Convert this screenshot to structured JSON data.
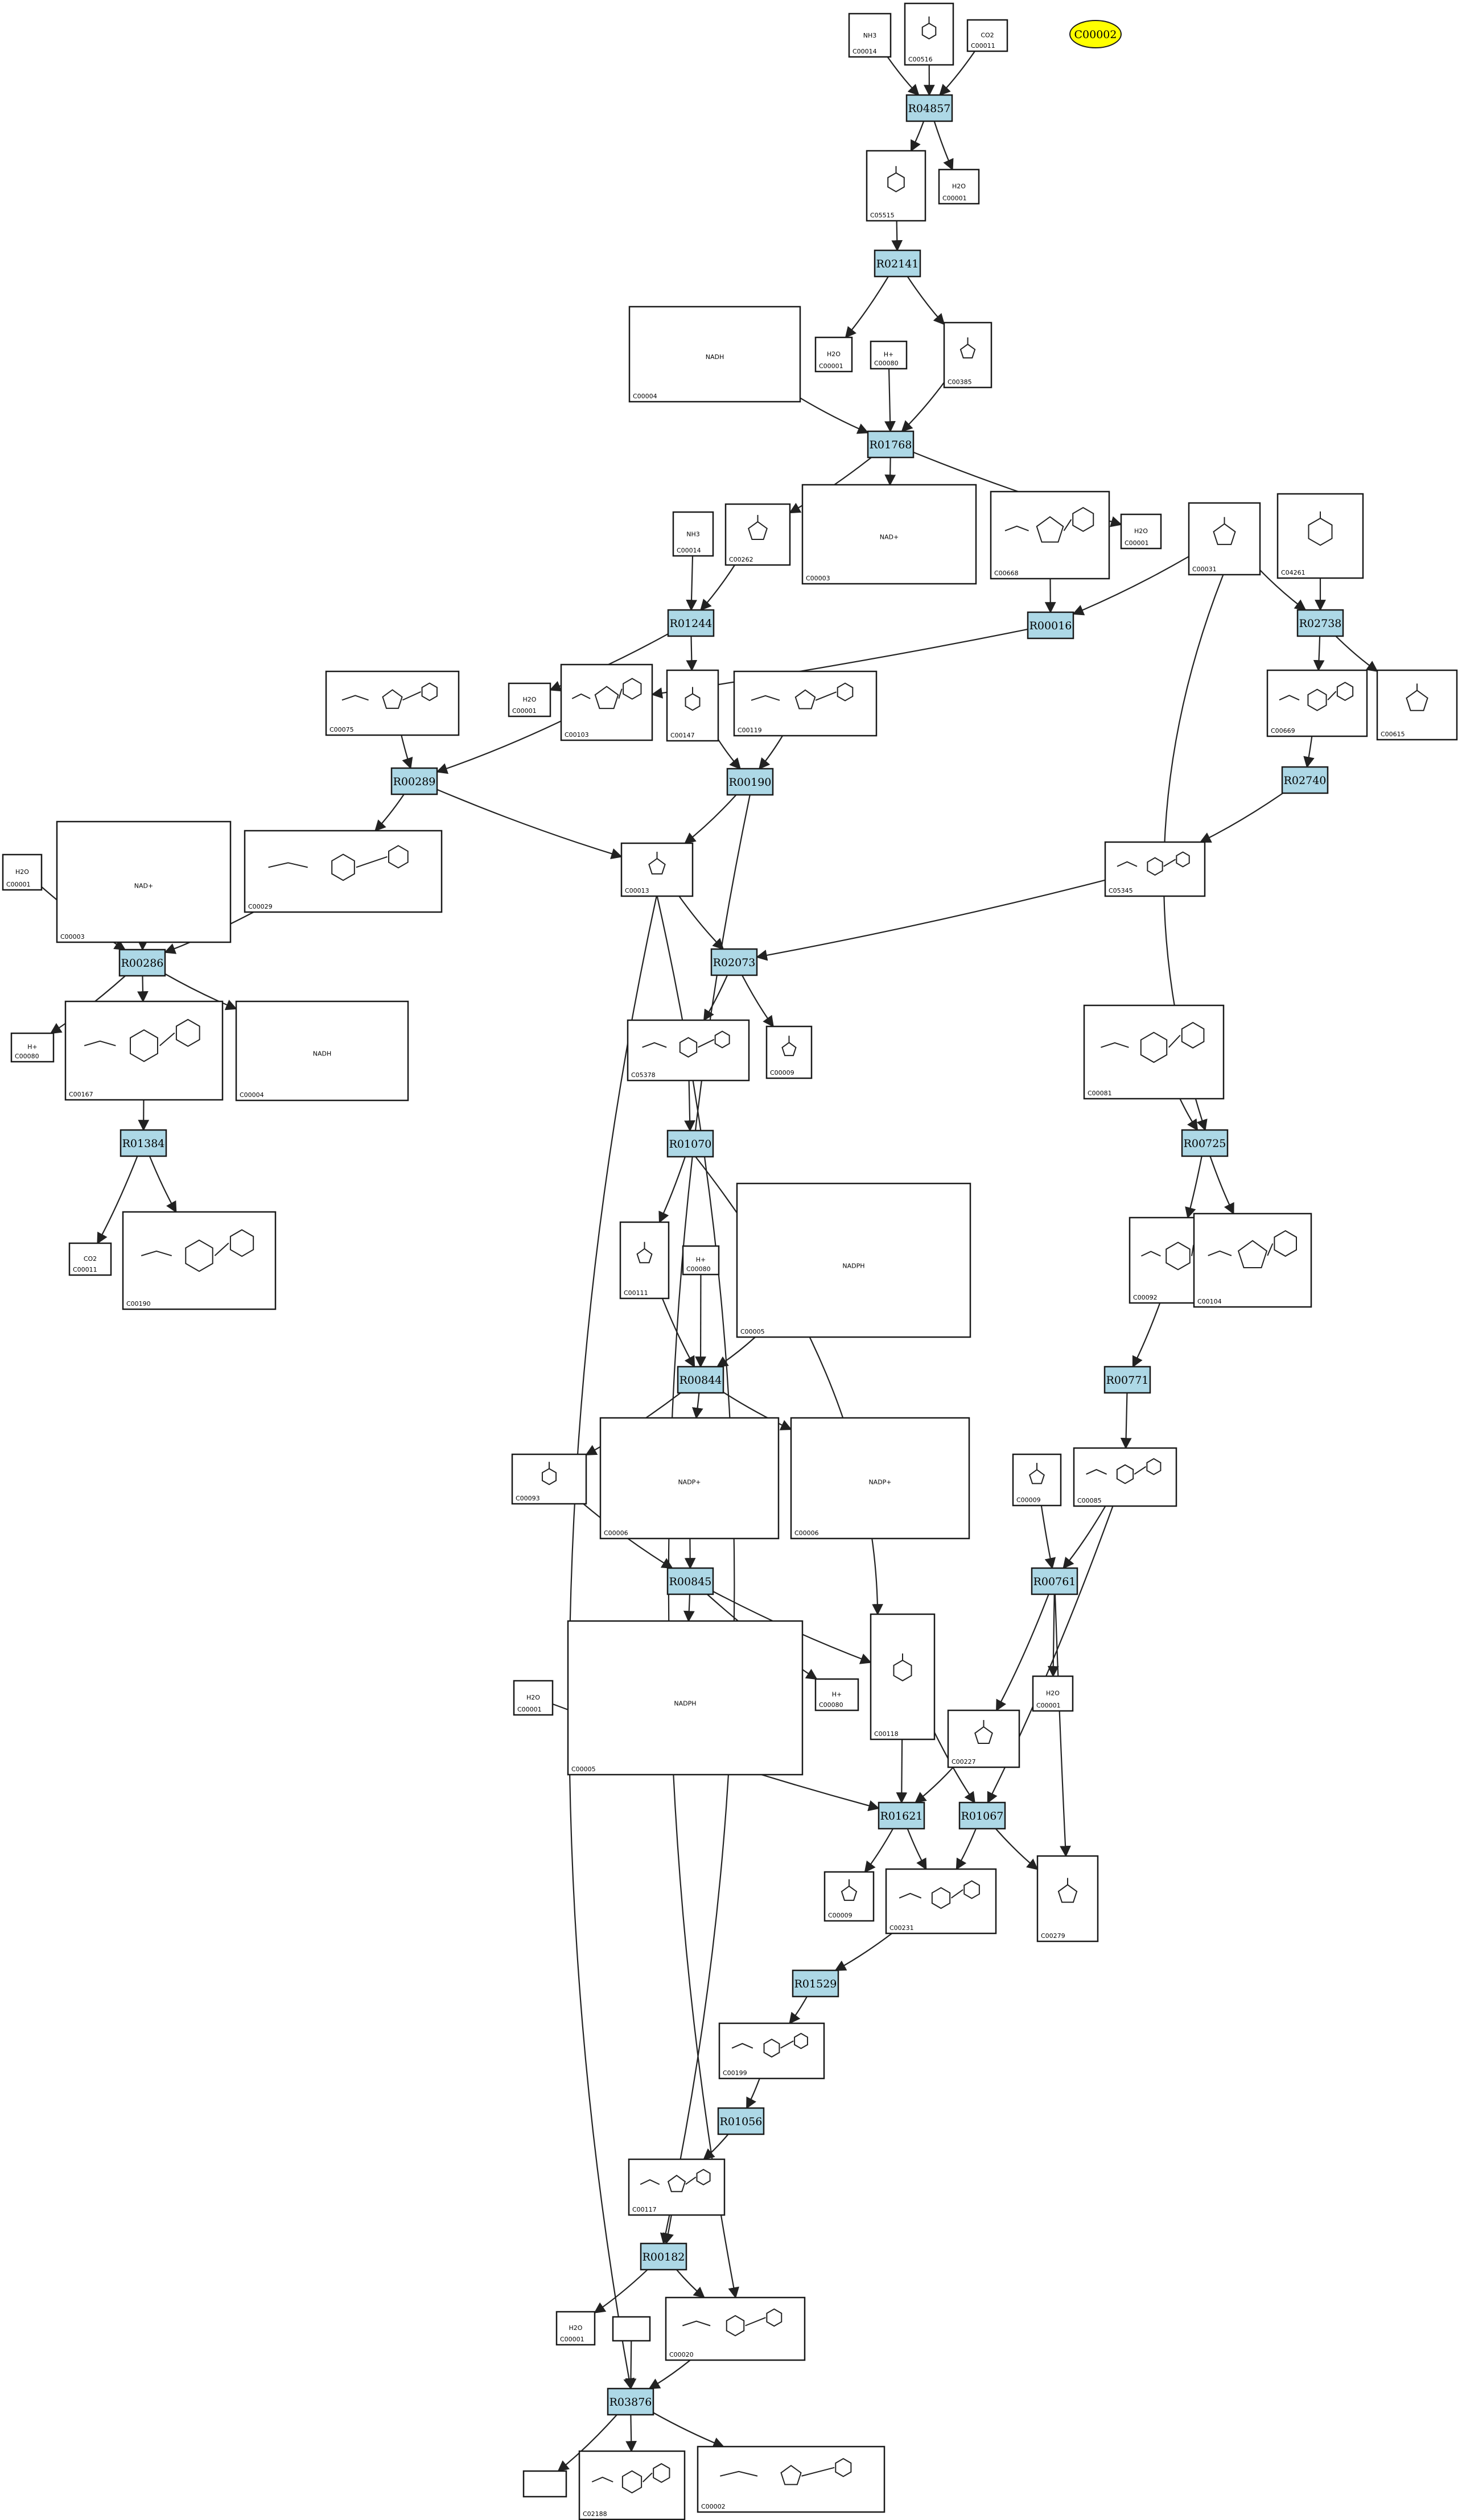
{
  "highlight": {
    "id": "hl",
    "label": "C00002"
  },
  "reactions": [
    {
      "id": "R04857",
      "label": "R04857"
    },
    {
      "id": "R02141",
      "label": "R02141"
    },
    {
      "id": "R01768",
      "label": "R01768"
    },
    {
      "id": "R01244",
      "label": "R01244"
    },
    {
      "id": "R00016",
      "label": "R00016"
    },
    {
      "id": "R02738",
      "label": "R02738"
    },
    {
      "id": "R02740",
      "label": "R02740"
    },
    {
      "id": "R00289",
      "label": "R00289"
    },
    {
      "id": "R00190",
      "label": "R00190"
    },
    {
      "id": "R00286",
      "label": "R00286"
    },
    {
      "id": "R02073",
      "label": "R02073"
    },
    {
      "id": "R01384",
      "label": "R01384"
    },
    {
      "id": "R01070",
      "label": "R01070"
    },
    {
      "id": "R00725",
      "label": "R00725"
    },
    {
      "id": "R00844",
      "label": "R00844"
    },
    {
      "id": "R00771",
      "label": "R00771"
    },
    {
      "id": "R00845",
      "label": "R00845"
    },
    {
      "id": "R00761",
      "label": "R00761"
    },
    {
      "id": "R01621",
      "label": "R01621"
    },
    {
      "id": "R01067",
      "label": "R01067"
    },
    {
      "id": "R01529",
      "label": "R01529"
    },
    {
      "id": "R01056",
      "label": "R01056"
    },
    {
      "id": "R00182",
      "label": "R00182"
    },
    {
      "id": "R03876",
      "label": "R03876"
    }
  ],
  "compounds": [
    {
      "id": "c1",
      "kegg": "C00014",
      "formula": "NH3"
    },
    {
      "id": "c2",
      "kegg": "C00516",
      "formula": ""
    },
    {
      "id": "c3",
      "kegg": "C00011",
      "formula": "CO2"
    },
    {
      "id": "c4",
      "kegg": "C05515",
      "formula": ""
    },
    {
      "id": "c5",
      "kegg": "C00001",
      "formula": "H2O"
    },
    {
      "id": "c6",
      "kegg": "C00004",
      "formula": "NADH"
    },
    {
      "id": "c7",
      "kegg": "C00001",
      "formula": "H2O"
    },
    {
      "id": "c8",
      "kegg": "C00080",
      "formula": "H+"
    },
    {
      "id": "c9",
      "kegg": "C00385",
      "formula": ""
    },
    {
      "id": "c10",
      "kegg": "C00014",
      "formula": "NH3"
    },
    {
      "id": "c11",
      "kegg": "C00262",
      "formula": ""
    },
    {
      "id": "c12",
      "kegg": "C00003",
      "formula": "NAD+"
    },
    {
      "id": "c13",
      "kegg": "C00668",
      "formula": ""
    },
    {
      "id": "c14",
      "kegg": "C00001",
      "formula": "H2O"
    },
    {
      "id": "c15",
      "kegg": "C00031",
      "formula": ""
    },
    {
      "id": "c16",
      "kegg": "C04261",
      "formula": ""
    },
    {
      "id": "c17",
      "kegg": "C00075",
      "formula": ""
    },
    {
      "id": "c18",
      "kegg": "C00001",
      "formula": "H2O"
    },
    {
      "id": "c19",
      "kegg": "C00103",
      "formula": ""
    },
    {
      "id": "c20",
      "kegg": "C00147",
      "formula": ""
    },
    {
      "id": "c21",
      "kegg": "C00119",
      "formula": ""
    },
    {
      "id": "c22",
      "kegg": "C00669",
      "formula": ""
    },
    {
      "id": "c23",
      "kegg": "C00615",
      "formula": ""
    },
    {
      "id": "c24",
      "kegg": "C00001",
      "formula": "H2O"
    },
    {
      "id": "c25",
      "kegg": "C00003",
      "formula": "NAD+"
    },
    {
      "id": "c26",
      "kegg": "C00029",
      "formula": ""
    },
    {
      "id": "c27",
      "kegg": "C00013",
      "formula": ""
    },
    {
      "id": "c28",
      "kegg": "C05345",
      "formula": ""
    },
    {
      "id": "c29",
      "kegg": "C00080",
      "formula": "H+"
    },
    {
      "id": "c30",
      "kegg": "C00167",
      "formula": ""
    },
    {
      "id": "c31",
      "kegg": "C00004",
      "formula": "NADH"
    },
    {
      "id": "c32",
      "kegg": "C05378",
      "formula": ""
    },
    {
      "id": "c33",
      "kegg": "C00009",
      "formula": ""
    },
    {
      "id": "c34",
      "kegg": "C00081",
      "formula": ""
    },
    {
      "id": "c35",
      "kegg": "C00011",
      "formula": "CO2"
    },
    {
      "id": "c36",
      "kegg": "C00190",
      "formula": ""
    },
    {
      "id": "c37",
      "kegg": "C00111",
      "formula": ""
    },
    {
      "id": "c38",
      "kegg": "C00080",
      "formula": "H+"
    },
    {
      "id": "c39",
      "kegg": "C00005",
      "formula": "NADPH"
    },
    {
      "id": "c40",
      "kegg": "C00092",
      "formula": ""
    },
    {
      "id": "c41",
      "kegg": "C00104",
      "formula": ""
    },
    {
      "id": "c42",
      "kegg": "C00093",
      "formula": ""
    },
    {
      "id": "c43",
      "kegg": "C00006",
      "formula": "NADP+"
    },
    {
      "id": "c44",
      "kegg": "C00006",
      "formula": "NADP+"
    },
    {
      "id": "c45",
      "kegg": "C00009",
      "formula": ""
    },
    {
      "id": "c46",
      "kegg": "C00085",
      "formula": ""
    },
    {
      "id": "c47",
      "kegg": "C00001",
      "formula": "H2O"
    },
    {
      "id": "c48",
      "kegg": "C00005",
      "formula": "NADPH"
    },
    {
      "id": "c49",
      "kegg": "C00080",
      "formula": "H+"
    },
    {
      "id": "c50",
      "kegg": "C00118",
      "formula": ""
    },
    {
      "id": "c51",
      "kegg": "C00227",
      "formula": ""
    },
    {
      "id": "c52",
      "kegg": "C00001",
      "formula": "H2O"
    },
    {
      "id": "c53",
      "kegg": "C00009",
      "formula": ""
    },
    {
      "id": "c54",
      "kegg": "C00231",
      "formula": ""
    },
    {
      "id": "c55",
      "kegg": "C00279",
      "formula": ""
    },
    {
      "id": "c56",
      "kegg": "C00199",
      "formula": ""
    },
    {
      "id": "c57",
      "kegg": "C00117",
      "formula": ""
    },
    {
      "id": "c58",
      "kegg": "C00001",
      "formula": "H2O"
    },
    {
      "id": "c59",
      "kegg": "",
      "formula": ""
    },
    {
      "id": "c60",
      "kegg": "C00020",
      "formula": ""
    },
    {
      "id": "c61",
      "kegg": "",
      "formula": ""
    },
    {
      "id": "c62",
      "kegg": "C02188",
      "formula": ""
    },
    {
      "id": "c63",
      "kegg": "C00002",
      "formula": ""
    }
  ],
  "edges": [
    [
      "c1",
      "R04857"
    ],
    [
      "c2",
      "R04857"
    ],
    [
      "c3",
      "R04857"
    ],
    [
      "R04857",
      "c4"
    ],
    [
      "R04857",
      "c5"
    ],
    [
      "c4",
      "R02141"
    ],
    [
      "R02141",
      "c7"
    ],
    [
      "R02141",
      "c9"
    ],
    [
      "c6",
      "R01768"
    ],
    [
      "c8",
      "R01768"
    ],
    [
      "c9",
      "R01768"
    ],
    [
      "R01768",
      "c11"
    ],
    [
      "R01768",
      "c12"
    ],
    [
      "R01768",
      "c14"
    ],
    [
      "c10",
      "R01244"
    ],
    [
      "c11",
      "R01244"
    ],
    [
      "R01244",
      "c18"
    ],
    [
      "R01244",
      "c20"
    ],
    [
      "c13",
      "R00016"
    ],
    [
      "c15",
      "R00016"
    ],
    [
      "R00016",
      "c19"
    ],
    [
      "c15",
      "R02738"
    ],
    [
      "c16",
      "R02738"
    ],
    [
      "R02738",
      "c22"
    ],
    [
      "R02738",
      "c23"
    ],
    [
      "c22",
      "R02740"
    ],
    [
      "R02740",
      "c28"
    ],
    [
      "c17",
      "R00289"
    ],
    [
      "c19",
      "R00289"
    ],
    [
      "R00289",
      "c26"
    ],
    [
      "R00289",
      "c27"
    ],
    [
      "c20",
      "R00190"
    ],
    [
      "c21",
      "R00190"
    ],
    [
      "R00190",
      "c27"
    ],
    [
      "R00190",
      "c60"
    ],
    [
      "c24",
      "R00286"
    ],
    [
      "c25",
      "R00286"
    ],
    [
      "c26",
      "R00286"
    ],
    [
      "R00286",
      "c29"
    ],
    [
      "R00286",
      "c30"
    ],
    [
      "R00286",
      "c31"
    ],
    [
      "c27",
      "R02073"
    ],
    [
      "c28",
      "R02073"
    ],
    [
      "R02073",
      "c32"
    ],
    [
      "R02073",
      "c33"
    ],
    [
      "c30",
      "R01384"
    ],
    [
      "R01384",
      "c35"
    ],
    [
      "R01384",
      "c36"
    ],
    [
      "c32",
      "R01070"
    ],
    [
      "R01070",
      "c37"
    ],
    [
      "R01070",
      "c50"
    ],
    [
      "c15",
      "R00725"
    ],
    [
      "c34",
      "R00725"
    ],
    [
      "R00725",
      "c40"
    ],
    [
      "R00725",
      "c41"
    ],
    [
      "c37",
      "R00844"
    ],
    [
      "c38",
      "R00844"
    ],
    [
      "c39",
      "R00844"
    ],
    [
      "R00844",
      "c42"
    ],
    [
      "R00844",
      "c43"
    ],
    [
      "R00844",
      "c44"
    ],
    [
      "c40",
      "R00771"
    ],
    [
      "R00771",
      "c46"
    ],
    [
      "c42",
      "R00845"
    ],
    [
      "c43",
      "R00845"
    ],
    [
      "R00845",
      "c48"
    ],
    [
      "R00845",
      "c49"
    ],
    [
      "R00845",
      "c50"
    ],
    [
      "c45",
      "R00761"
    ],
    [
      "c46",
      "R00761"
    ],
    [
      "R00761",
      "c51"
    ],
    [
      "R00761",
      "c52"
    ],
    [
      "R00761",
      "c55"
    ],
    [
      "c47",
      "R01621"
    ],
    [
      "c50",
      "R01621"
    ],
    [
      "c51",
      "R01621"
    ],
    [
      "R01621",
      "c53"
    ],
    [
      "R01621",
      "c54"
    ],
    [
      "c46",
      "R01067"
    ],
    [
      "c50",
      "R01067"
    ],
    [
      "R01067",
      "c54"
    ],
    [
      "R01067",
      "c55"
    ],
    [
      "c54",
      "R01529"
    ],
    [
      "R01529",
      "c56"
    ],
    [
      "c56",
      "R01056"
    ],
    [
      "R01056",
      "c57"
    ],
    [
      "c27",
      "R00182"
    ],
    [
      "c57",
      "R00182"
    ],
    [
      "R00182",
      "c58"
    ],
    [
      "R00182",
      "c60"
    ],
    [
      "c27",
      "R03876"
    ],
    [
      "c59",
      "R03876"
    ],
    [
      "c60",
      "R03876"
    ],
    [
      "R03876",
      "c61"
    ],
    [
      "R03876",
      "c62"
    ],
    [
      "R03876",
      "c63"
    ]
  ]
}
